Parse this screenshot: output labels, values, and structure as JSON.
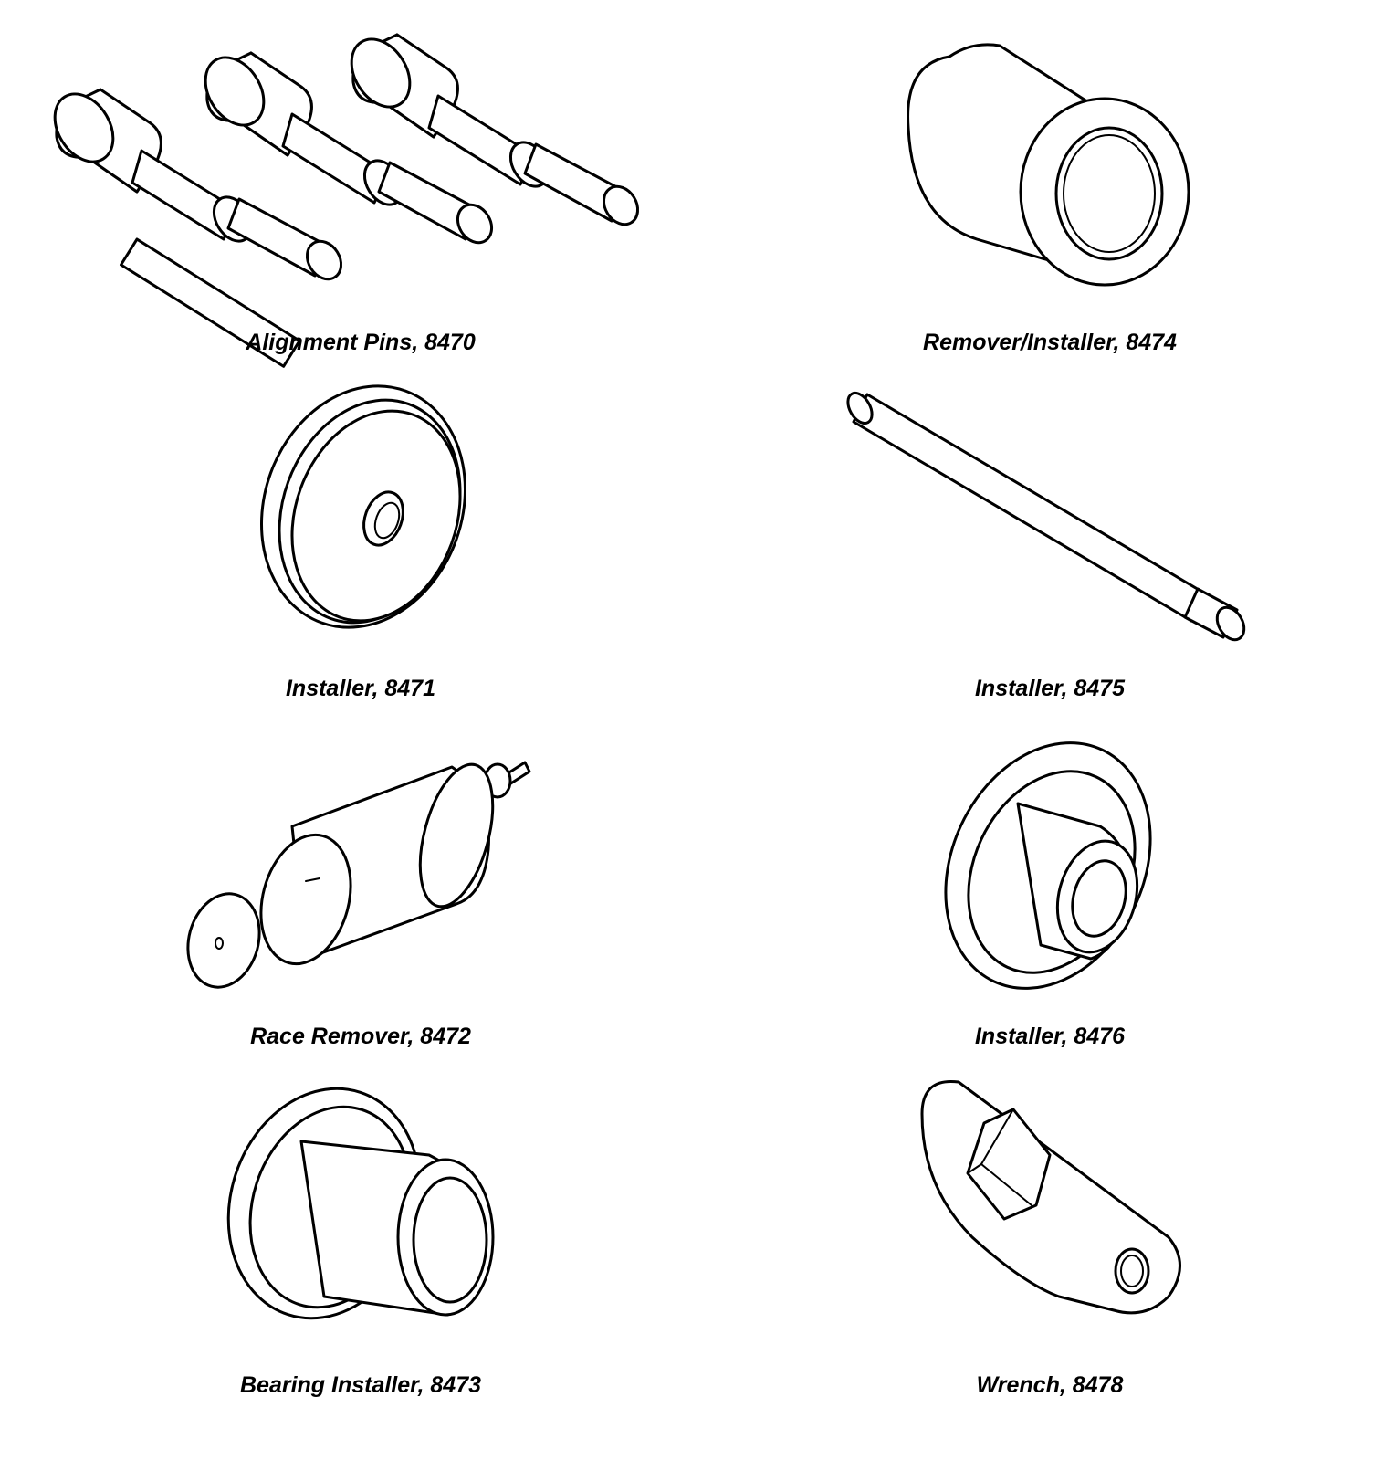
{
  "tools": [
    {
      "label": "Alignment Pins, 8470",
      "icon": "alignment-pins-icon"
    },
    {
      "label": "Remover/Installer, 8474",
      "icon": "bushing-remover-installer-icon"
    },
    {
      "label": "Installer, 8471",
      "icon": "disc-installer-icon"
    },
    {
      "label": "Installer, 8475",
      "icon": "rod-installer-icon"
    },
    {
      "label": "Race Remover, 8472",
      "icon": "race-remover-icon"
    },
    {
      "label": "Installer, 8476",
      "icon": "stepped-disc-installer-icon"
    },
    {
      "label": "Bearing Installer, 8473",
      "icon": "bearing-installer-icon"
    },
    {
      "label": "Wrench, 8478",
      "icon": "hex-wrench-icon"
    }
  ],
  "colors": {
    "ink": "#000000",
    "paper": "#ffffff"
  }
}
